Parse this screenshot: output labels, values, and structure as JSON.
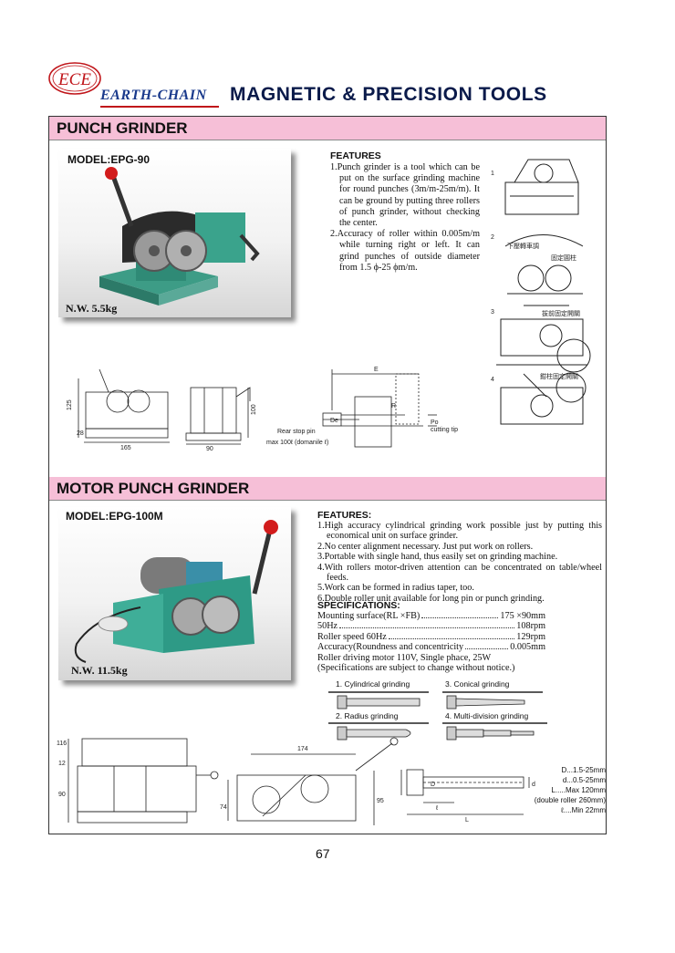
{
  "header": {
    "logo_text": "ECE",
    "brand": "EARTH-CHAIN",
    "title": "MAGNETIC & PRECISION TOOLS"
  },
  "punch_grinder": {
    "section_title": "PUNCH GRINDER",
    "model": "MODEL:EPG-90",
    "net_weight": "N.W. 5.5kg",
    "features_title": "FEATURES",
    "features": [
      "1.Punch grinder is a tool which can be put on the surface grinding machine for round punches (3m/m-25m/m). It can be ground by putting three rollers of punch grinder, without checking the center.",
      "2.Accuracy of roller within 0.005m/m while turning right or left. It can grind punches of outside diameter from 1.5 ϕ-25 ϕm/m."
    ],
    "step_numbers": [
      "1",
      "2",
      "3",
      "4"
    ],
    "step_notes": [
      "下壓轉車調",
      "固定圓柱",
      "拔前固定開關",
      "鉗柱固定開關"
    ],
    "dimensions": {
      "front_height": "125",
      "front_small": "28",
      "front_width": "165",
      "side_height": "100",
      "side_width": "90"
    },
    "punch_labels": {
      "e": "E",
      "de": "De",
      "r": "R",
      "rear_stop": "Rear stop pin",
      "max_dim": "max 100ℓ (domanile ℓ)",
      "po": "Po",
      "cutting_tip": "cutting tip"
    }
  },
  "motor_punch_grinder": {
    "section_title": "MOTOR PUNCH GRINDER",
    "model": "MODEL:EPG-100M",
    "net_weight": "N.W. 11.5kg",
    "features_title": "FEATURES:",
    "features": [
      "1.High accuracy cylindrical grinding work possible just by putting this economical unit on surface grinder.",
      "2.No center alignment necessary. Just put work on rollers.",
      "3.Portable with single hand, thus easily set on grinding machine.",
      "4.With rollers motor-driven attention can be concentrated on table/wheel feeds.",
      "5.Work can be formed in radius taper, too.",
      "6.Double roller unit available for long pin or punch grinding."
    ],
    "specs_title": "SPECIFICATIONS:",
    "specs": [
      {
        "label": "Mounting surface(RL ×FB)",
        "value": "175 ×90mm"
      },
      {
        "label": "50Hz",
        "value": "108rpm"
      },
      {
        "label": "Roller speed 60Hz",
        "value": "129rpm"
      },
      {
        "label": "Accuracy(Roundness and concentricity",
        "value": "0.005mm"
      }
    ],
    "spec_notes": [
      "Roller driving motor 110V, Single phace, 25W",
      "(Specifications are subject to change without notice.)"
    ],
    "grinding_types": [
      "1. Cylindrical grinding",
      "3. Conical grinding",
      "2. Radius grinding",
      "4. Multi-division grinding"
    ],
    "dimensions": {
      "left_top": "116",
      "left_mid": "12",
      "left_bottom": "90",
      "mid_width": "174",
      "mid_left": "74",
      "mid_right": "95",
      "punch_d": "d",
      "punch_l_small": "ℓ",
      "punch_l": "L",
      "punch_big_d": "D"
    },
    "punch_specs": [
      "D...1.5-25mm",
      "d...0.5-25mm",
      "L.....Max 120mm",
      "(double roller 260mm)",
      "ℓ....Min 22mm"
    ]
  },
  "page_number": "67",
  "colors": {
    "section_bar": "#f6bfd7",
    "brand_blue": "#1a3a8c",
    "logo_red": "#c0151a",
    "machine_green": "#2e9a86"
  }
}
